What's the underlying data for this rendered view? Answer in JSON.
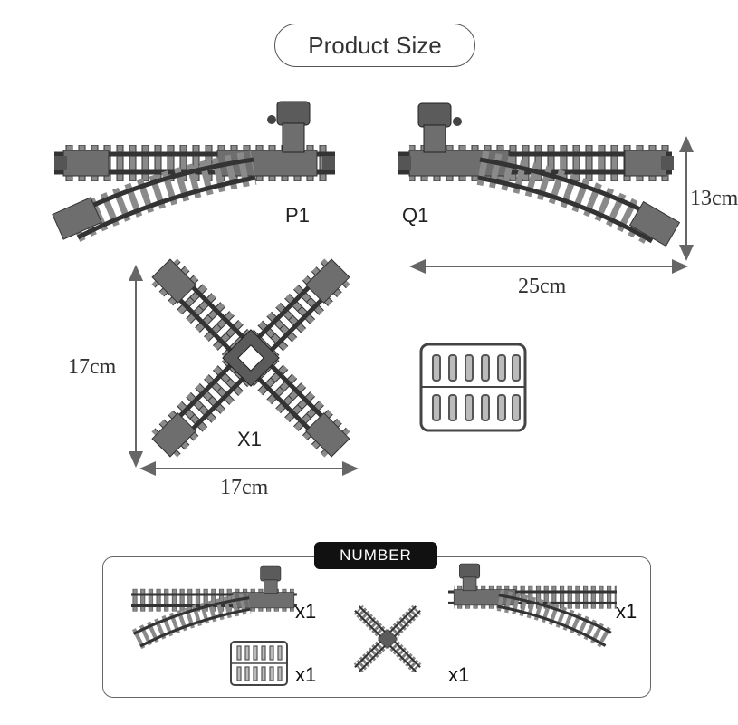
{
  "header": {
    "title": "Product Size"
  },
  "pieces": {
    "left_switch_label": "P1",
    "right_switch_label": "Q1",
    "crossing_label": "X1"
  },
  "dimensions": {
    "switch_height": "13cm",
    "switch_width": "25cm",
    "crossing_height": "17cm",
    "crossing_width": "17cm"
  },
  "number_section": {
    "title": "NUMBER",
    "left_switch_qty": "x1",
    "crossing_qty": "x1",
    "right_switch_qty": "x1",
    "connector_qty": "x1"
  },
  "colors": {
    "track_gray": "#6e6e6e",
    "rail_dark": "#444444",
    "tie_light": "#8a8a8a"
  }
}
